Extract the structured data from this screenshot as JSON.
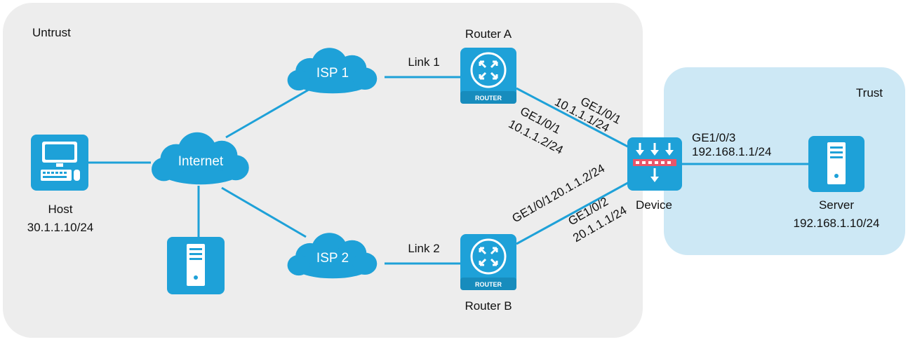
{
  "zones": {
    "untrust": "Untrust",
    "trust": "Trust"
  },
  "nodes": {
    "router_a": {
      "name": "Router A",
      "badge": "ROUTER"
    },
    "router_b": {
      "name": "Router B",
      "badge": "ROUTER"
    },
    "isp1": "ISP 1",
    "isp2": "ISP 2",
    "internet": "Internet",
    "host": {
      "name": "Host",
      "ip": "30.1.1.10/24"
    },
    "device": {
      "name": "Device"
    },
    "server": {
      "name": "Server",
      "ip": "192.168.1.10/24"
    }
  },
  "links": {
    "link1": "Link 1",
    "link2": "Link 2"
  },
  "interfaces": {
    "ra_if": "GE1/0/1",
    "ra_ip": "10.1.1.2/24",
    "dev_if1": "GE1/0/1",
    "dev_ip1": "10.1.1.1/24",
    "rb_if": "GE1/0/1",
    "rb_ip": "20.1.1.2/24",
    "dev_if2": "GE1/0/2",
    "dev_ip2": "20.1.1.1/24",
    "dev_if3": "GE1/0/3",
    "dev_ip3": "192.168.1.1/24"
  },
  "colors": {
    "zone_untrust": "#ededed",
    "zone_trust": "#cde8f5",
    "link": "#1ea1d8",
    "icon": "#1ea1d8",
    "firewall_band": "#e8556a"
  }
}
